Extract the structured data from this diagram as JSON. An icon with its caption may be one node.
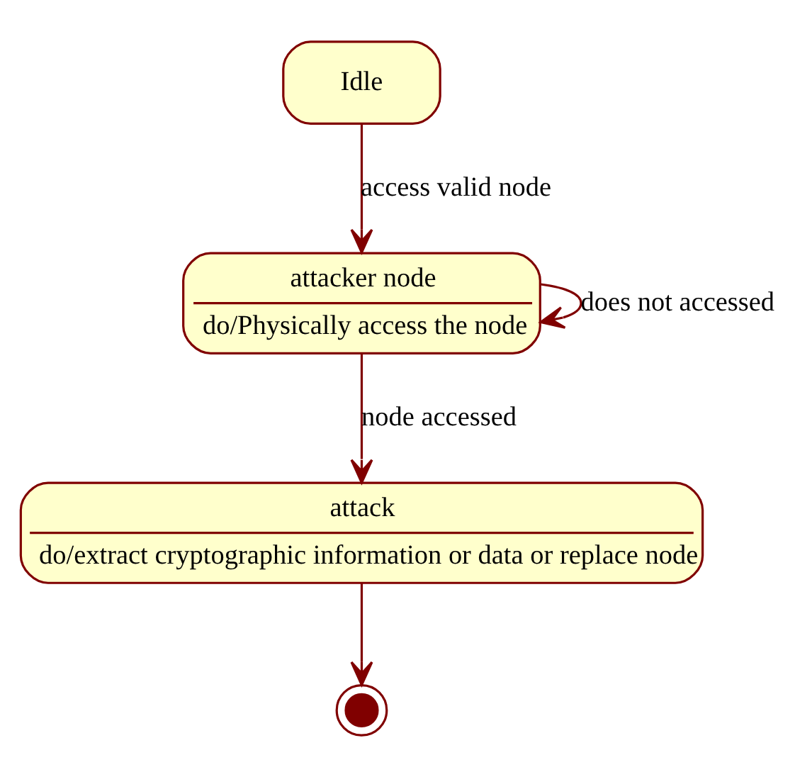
{
  "diagram": {
    "nodes": [
      {
        "text": [
          "Idle"
        ]
      },
      {
        "text": [
          "attacker node",
          "do/Physically access the node"
        ]
      },
      {
        "text": [
          "attack",
          "do/extract cryptographic information or data or replace node"
        ]
      },
      {
        "text": [],
        "shape": "circle"
      }
    ],
    "edges": [
      {
        "from": 0,
        "to": 1,
        "arrow": "to",
        "label": "access valid node"
      },
      {
        "from": 1,
        "to": 1,
        "arrow": "to",
        "label": "does not accessed"
      },
      {
        "from": 1,
        "to": 2,
        "arrow": "to",
        "label": "node accessed"
      },
      {
        "from": 2,
        "to": 3,
        "arrow": "to"
      }
    ]
  }
}
